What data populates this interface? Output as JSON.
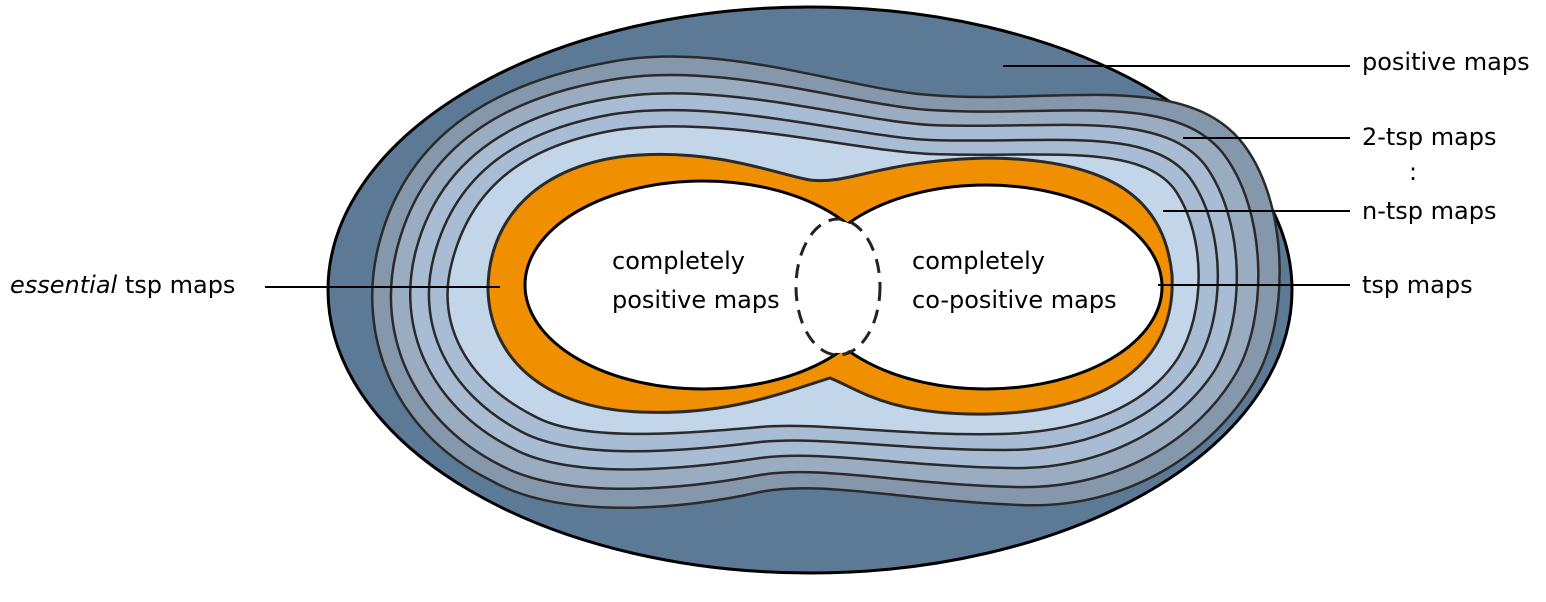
{
  "colors": {
    "outer": "#5c7a96",
    "band_1": "#8598ab",
    "band_2": "#9aacc0",
    "band_3": "#a8bcd4",
    "band_4": "#c2d5e9",
    "tsp_band": "#f08f00",
    "inner": "#ffffff",
    "stroke": "#2a2a2a"
  },
  "labels": {
    "positive_maps": "positive maps",
    "two_tsp_maps": "2-tsp maps",
    "ellipsis": ":",
    "n_tsp_maps": "n-tsp maps",
    "tsp_maps": "tsp maps",
    "essential_prefix": "essential",
    "essential_suffix": " tsp maps",
    "cp_line1": "completely",
    "cp_line2": "positive maps",
    "ccp_line1": "completely",
    "ccp_line2": "co-positive maps"
  }
}
